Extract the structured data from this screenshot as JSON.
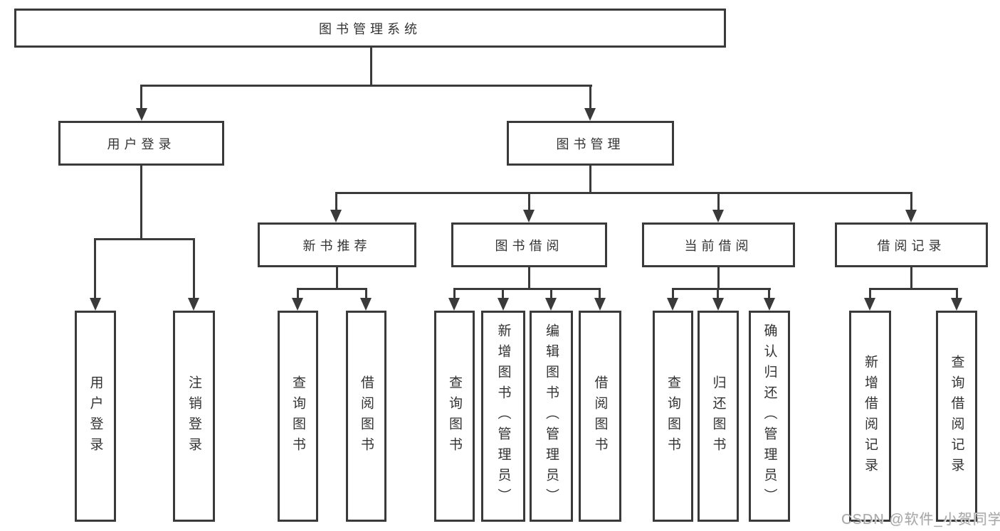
{
  "colors": {
    "line": "#3a3a3a",
    "node_border": "#3a3a3a",
    "node_text": "#333333",
    "background": "#ffffff",
    "watermark": "#a7a7a7"
  },
  "tree": {
    "root": "图书管理系统",
    "children": [
      {
        "label": "用户登录",
        "children": [
          "用户登录",
          "注销登录"
        ]
      },
      {
        "label": "图书管理",
        "children": [
          {
            "label": "新书推荐",
            "children": [
              "查询图书",
              "借阅图书"
            ]
          },
          {
            "label": "图书借阅",
            "children": [
              "查询图书",
              "新增图书（管理员）",
              "编辑图书（管理员）",
              "借阅图书"
            ]
          },
          {
            "label": "当前借阅",
            "children": [
              "查询图书",
              "归还图书",
              "确认归还（管理员）"
            ]
          },
          {
            "label": "借阅记录",
            "children": [
              "新增借阅记录",
              "查询借阅记录"
            ]
          }
        ]
      }
    ]
  },
  "watermark": {
    "text": "CSDN @软件_小贺同学"
  }
}
